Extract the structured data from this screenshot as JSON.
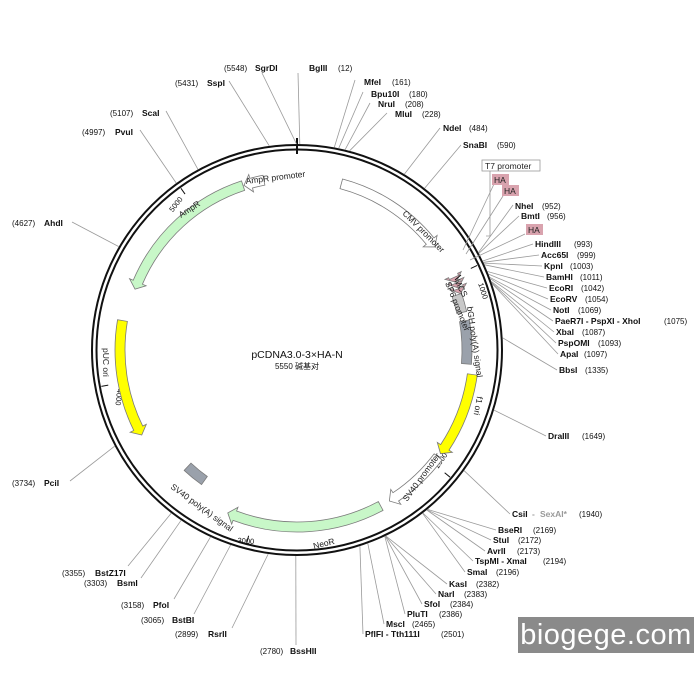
{
  "plasmid": {
    "name": "pCDNA3.0-3×HA-N",
    "size_label": "5550 碱基对",
    "length": 5550
  },
  "ticks": [
    "1000",
    "2000",
    "3000",
    "4000",
    "5000"
  ],
  "sites": [
    {
      "name": "SgrDI",
      "pos": "(5548)",
      "bp": 5548
    },
    {
      "name": "BglII",
      "pos": "(12)",
      "bp": 12
    },
    {
      "name": "MfeI",
      "pos": "(161)",
      "bp": 161
    },
    {
      "name": "Bpu10I",
      "pos": "(180)",
      "bp": 180
    },
    {
      "name": "NruI",
      "pos": "(208)",
      "bp": 208
    },
    {
      "name": "MluI",
      "pos": "(228)",
      "bp": 228
    },
    {
      "name": "NdeI",
      "pos": "(484)",
      "bp": 484
    },
    {
      "name": "SnaBI",
      "pos": "(590)",
      "bp": 590
    },
    {
      "name": "NheI",
      "pos": "(952)",
      "bp": 952
    },
    {
      "name": "BmtI",
      "pos": "(956)",
      "bp": 956
    },
    {
      "name": "HindIII",
      "pos": "(993)",
      "bp": 993
    },
    {
      "name": "Acc65I",
      "pos": "(999)",
      "bp": 999
    },
    {
      "name": "KpnI",
      "pos": "(1003)",
      "bp": 1003
    },
    {
      "name": "BamHI",
      "pos": "(1011)",
      "bp": 1011
    },
    {
      "name": "EcoRI",
      "pos": "(1042)",
      "bp": 1042
    },
    {
      "name": "EcoRV",
      "pos": "(1054)",
      "bp": 1054
    },
    {
      "name": "NotI",
      "pos": "(1069)",
      "bp": 1069
    },
    {
      "name": "PaeR7I - PspXI - XhoI",
      "pos": "(1075)",
      "bp": 1075
    },
    {
      "name": "XbaI",
      "pos": "(1087)",
      "bp": 1087
    },
    {
      "name": "PspOMI",
      "pos": "(1093)",
      "bp": 1093
    },
    {
      "name": "ApaI",
      "pos": "(1097)",
      "bp": 1097
    },
    {
      "name": "BbsI",
      "pos": "(1335)",
      "bp": 1335
    },
    {
      "name": "DraIII",
      "pos": "(1649)",
      "bp": 1649
    },
    {
      "name": "CsiI",
      "star": "SexAI*",
      "pos": "(1940)",
      "bp": 1940
    },
    {
      "name": "BseRI",
      "pos": "(2169)",
      "bp": 2169
    },
    {
      "name": "StuI",
      "pos": "(2172)",
      "bp": 2172
    },
    {
      "name": "AvrII",
      "pos": "(2173)",
      "bp": 2173
    },
    {
      "name": "TspMI - XmaI",
      "pos": "(2194)",
      "bp": 2194
    },
    {
      "name": "SmaI",
      "pos": "(2196)",
      "bp": 2196
    },
    {
      "name": "KasI",
      "pos": "(2382)",
      "bp": 2382
    },
    {
      "name": "NarI",
      "pos": "(2383)",
      "bp": 2383
    },
    {
      "name": "SfoI",
      "pos": "(2384)",
      "bp": 2384
    },
    {
      "name": "PluTI",
      "pos": "(2386)",
      "bp": 2386
    },
    {
      "name": "MscI",
      "pos": "(2465)",
      "bp": 2465
    },
    {
      "name": "PflFI - Tth111I",
      "pos": "(2501)",
      "bp": 2501
    },
    {
      "name": "BssHII",
      "pos": "(2780)",
      "bp": 2780
    },
    {
      "name": "RsrII",
      "pos": "(2899)",
      "bp": 2899
    },
    {
      "name": "BstBI",
      "pos": "(3065)",
      "bp": 3065
    },
    {
      "name": "PfoI",
      "pos": "(3158)",
      "bp": 3158
    },
    {
      "name": "BsmI",
      "pos": "(3303)",
      "bp": 3303
    },
    {
      "name": "BstZ17I",
      "pos": "(3355)",
      "bp": 3355
    },
    {
      "name": "PciI",
      "pos": "(3734)",
      "bp": 3734
    },
    {
      "name": "AhdI",
      "pos": "(4627)",
      "bp": 4627
    },
    {
      "name": "PvuI",
      "pos": "(4997)",
      "bp": 4997
    },
    {
      "name": "ScaI",
      "pos": "(5107)",
      "bp": 5107
    },
    {
      "name": "SspI",
      "pos": "(5431)",
      "bp": 5431
    }
  ],
  "features": [
    {
      "label": "CMV promoter",
      "type": "promoter",
      "color": "#ffffff",
      "start": 230,
      "end": 820
    },
    {
      "label": "T7 promoter",
      "type": "primer",
      "color": "#ffffff"
    },
    {
      "label": "HA",
      "type": "tag",
      "color": "#d9a3ae",
      "start": 1005,
      "end": 1032
    },
    {
      "label": "HA",
      "type": "tag",
      "color": "#d9a3ae",
      "start": 1036,
      "end": 1063
    },
    {
      "label": "HA",
      "type": "tag",
      "color": "#d9a3ae",
      "start": 1067,
      "end": 1094
    },
    {
      "label": "MCS",
      "type": "misc",
      "color": "#c8c8c8",
      "start": 1095,
      "end": 1190
    },
    {
      "label": "SP6 promoter",
      "type": "primer",
      "color": "#ffffff"
    },
    {
      "label": "bGH poly(A) signal",
      "type": "terminator",
      "color": "#9aa1ab",
      "start": 1235,
      "end": 1460
    },
    {
      "label": "f1 ori",
      "type": "origin",
      "color": "#ffff00",
      "start": 1510,
      "end": 1940
    },
    {
      "label": "SV40 promoter",
      "type": "promoter",
      "color": "#ffffff",
      "start": 1960,
      "end": 2290
    },
    {
      "label": "NeoR",
      "type": "cds",
      "color": "#c8f7c8",
      "start": 2340,
      "end": 3130
    },
    {
      "label": "SV40 poly(A) signal",
      "type": "terminator",
      "color": "#9aa1ab",
      "start": 3320,
      "end": 3440
    },
    {
      "label": "pUC ori",
      "type": "origin",
      "color": "#ffff00",
      "start": 3720,
      "end": 4310
    },
    {
      "label": "AmpR",
      "type": "cds",
      "color": "#c8f7c8",
      "start": 4480,
      "end": 5270
    },
    {
      "label": "AmpR promoter",
      "type": "promoter",
      "color": "#ffffff",
      "start": 5275,
      "end": 5380
    }
  ],
  "colors": {
    "backbone": "#111111",
    "leader": "#9a9a9a",
    "watermark_bg": "#8a8a8a"
  },
  "watermark": {
    "text": "biogege.com"
  }
}
